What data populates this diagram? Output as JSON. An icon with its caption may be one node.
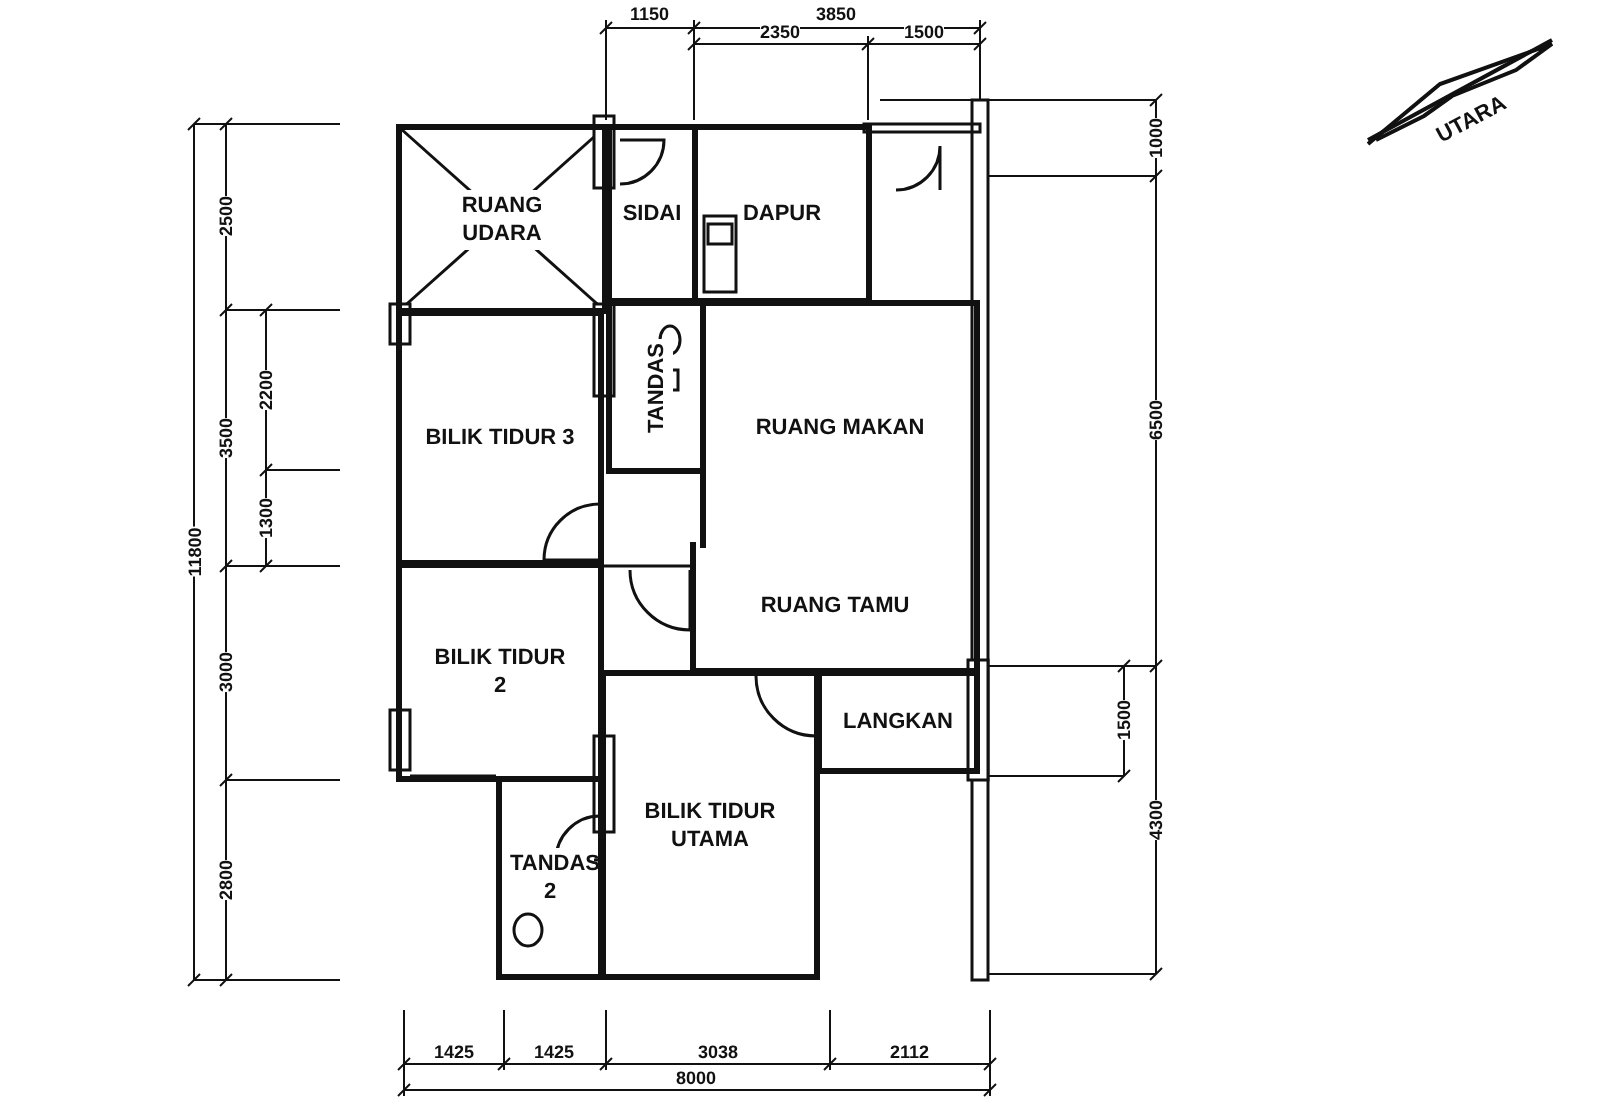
{
  "diagram": {
    "nodes": [
      {
        "text": [
          "RUANG UDARA"
        ]
      },
      {
        "text": [
          "SIDAI"
        ]
      },
      {
        "text": [
          "DAPUR"
        ]
      },
      {
        "text": [
          "TANDAS"
        ]
      },
      {
        "text": [
          "BILIK TIDUR 3"
        ]
      },
      {
        "text": [
          "RUANG MAKAN"
        ]
      },
      {
        "text": [
          "RUANG TAMU"
        ]
      },
      {
        "text": [
          "BILIK TIDUR 2"
        ]
      },
      {
        "text": [
          "LANGKAN"
        ]
      },
      {
        "text": [
          "TANDAS 2"
        ]
      },
      {
        "text": [
          "BILIK TIDUR UTAMA"
        ]
      }
    ],
    "edges": [],
    "labels": [
      "1150",
      "3850",
      "2350",
      "1500",
      "UTARA",
      "2500",
      "11800",
      "3500",
      "2200",
      "1300",
      "3000",
      "2800",
      "1000",
      "6500",
      "1500",
      "4300",
      "1425",
      "1425",
      "3038",
      "2112",
      "8000"
    ]
  }
}
